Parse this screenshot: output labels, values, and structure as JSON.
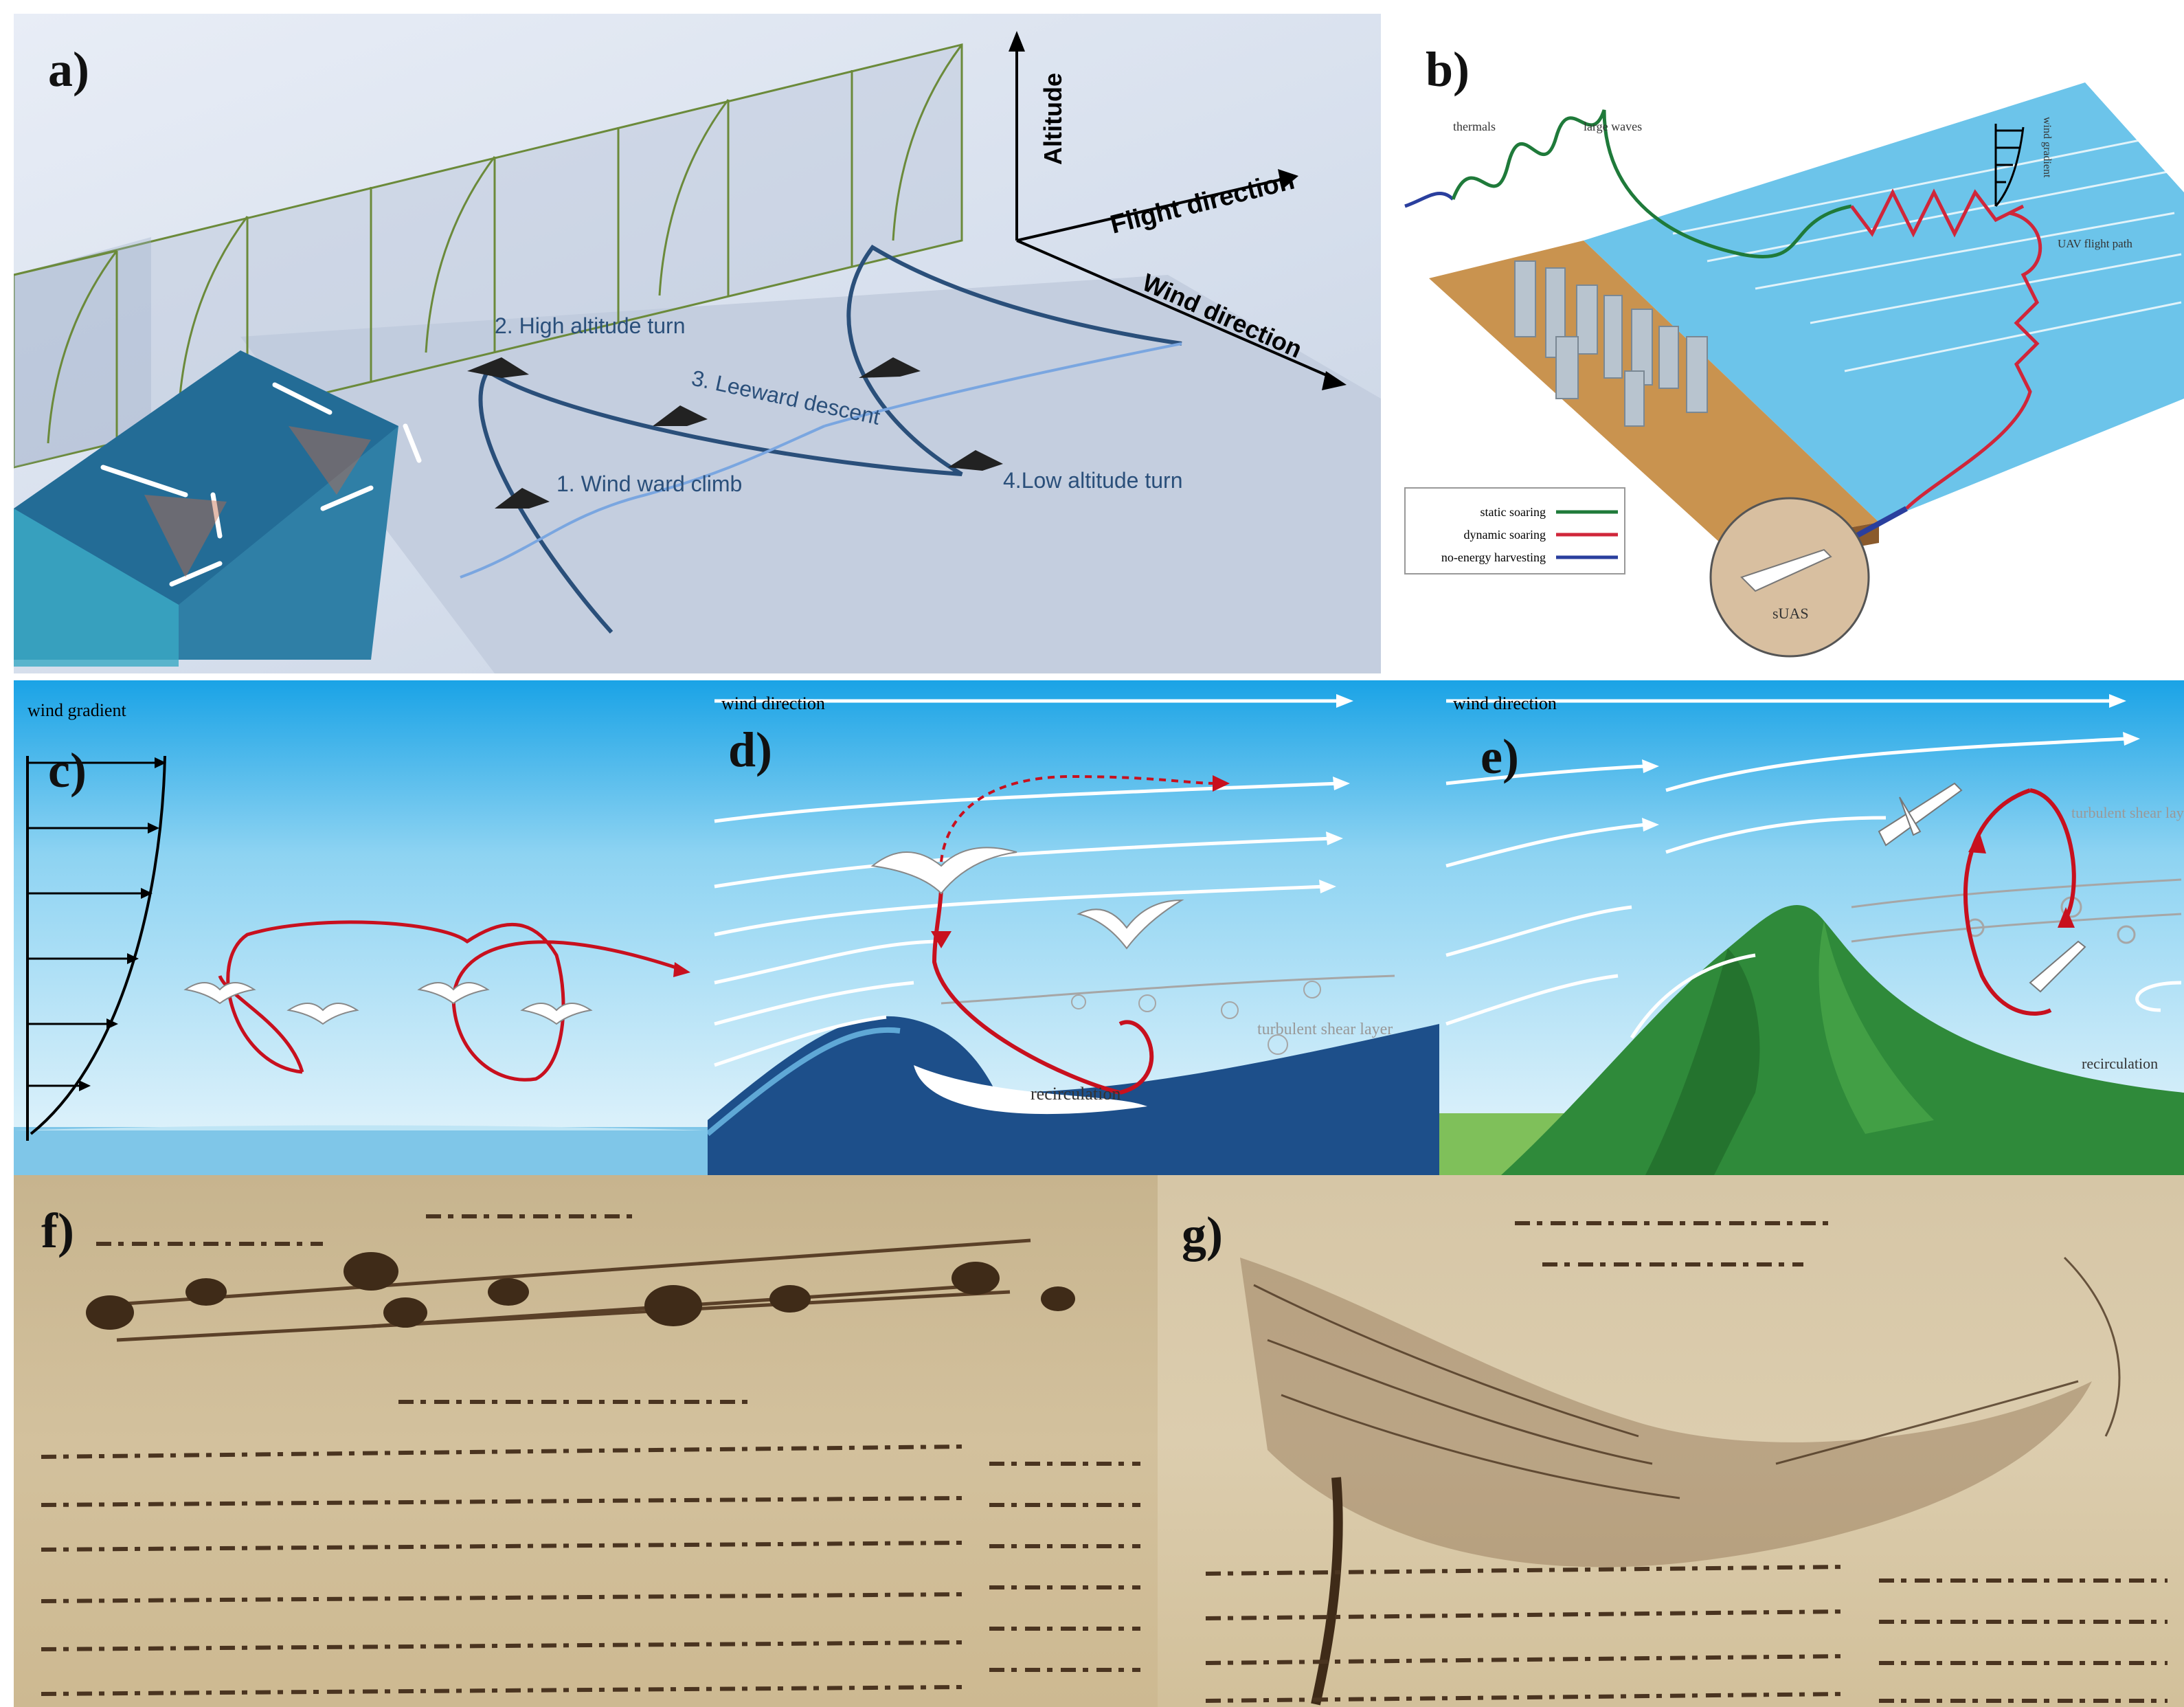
{
  "panels": {
    "a": {
      "label": "a)",
      "axes": {
        "altitude": "Altitude",
        "flight_direction": "Flight direction",
        "wind_direction": "Wind direction"
      },
      "phases": [
        "1. Wind ward climb",
        "2. High altitude turn",
        "3. Leeward descent",
        "4.Low altitude turn"
      ]
    },
    "b": {
      "label": "b)",
      "annotations": {
        "thermals": "thermals",
        "large_waves": "large waves",
        "wind_gradient": "wind gradient",
        "uav_path": "UAV flight path",
        "suas": "sUAS"
      },
      "legend": [
        {
          "label": "static soaring",
          "color": "#1f7a3a"
        },
        {
          "label": "dynamic soaring",
          "color": "#d0263a"
        },
        {
          "label": "no-energy harvesting",
          "color": "#2a3f9e"
        }
      ]
    },
    "c": {
      "label": "c)",
      "title": "wind gradient"
    },
    "d": {
      "label": "d)",
      "title": "wind direction",
      "shear": "turbulent shear layer",
      "recirc": "recirculation"
    },
    "e": {
      "label": "e)",
      "title": "wind direction",
      "shear": "turbulent shear layer",
      "recirc": "recirculation"
    },
    "f": {
      "label": "f)"
    },
    "g": {
      "label": "g)"
    }
  },
  "colors": {
    "sky_top": "#1aa3e6",
    "sky_bottom": "#e9f6fc",
    "soaring_path": "#c8101e",
    "mountain": "#2f8a3a",
    "parchment": "#cdb991"
  }
}
